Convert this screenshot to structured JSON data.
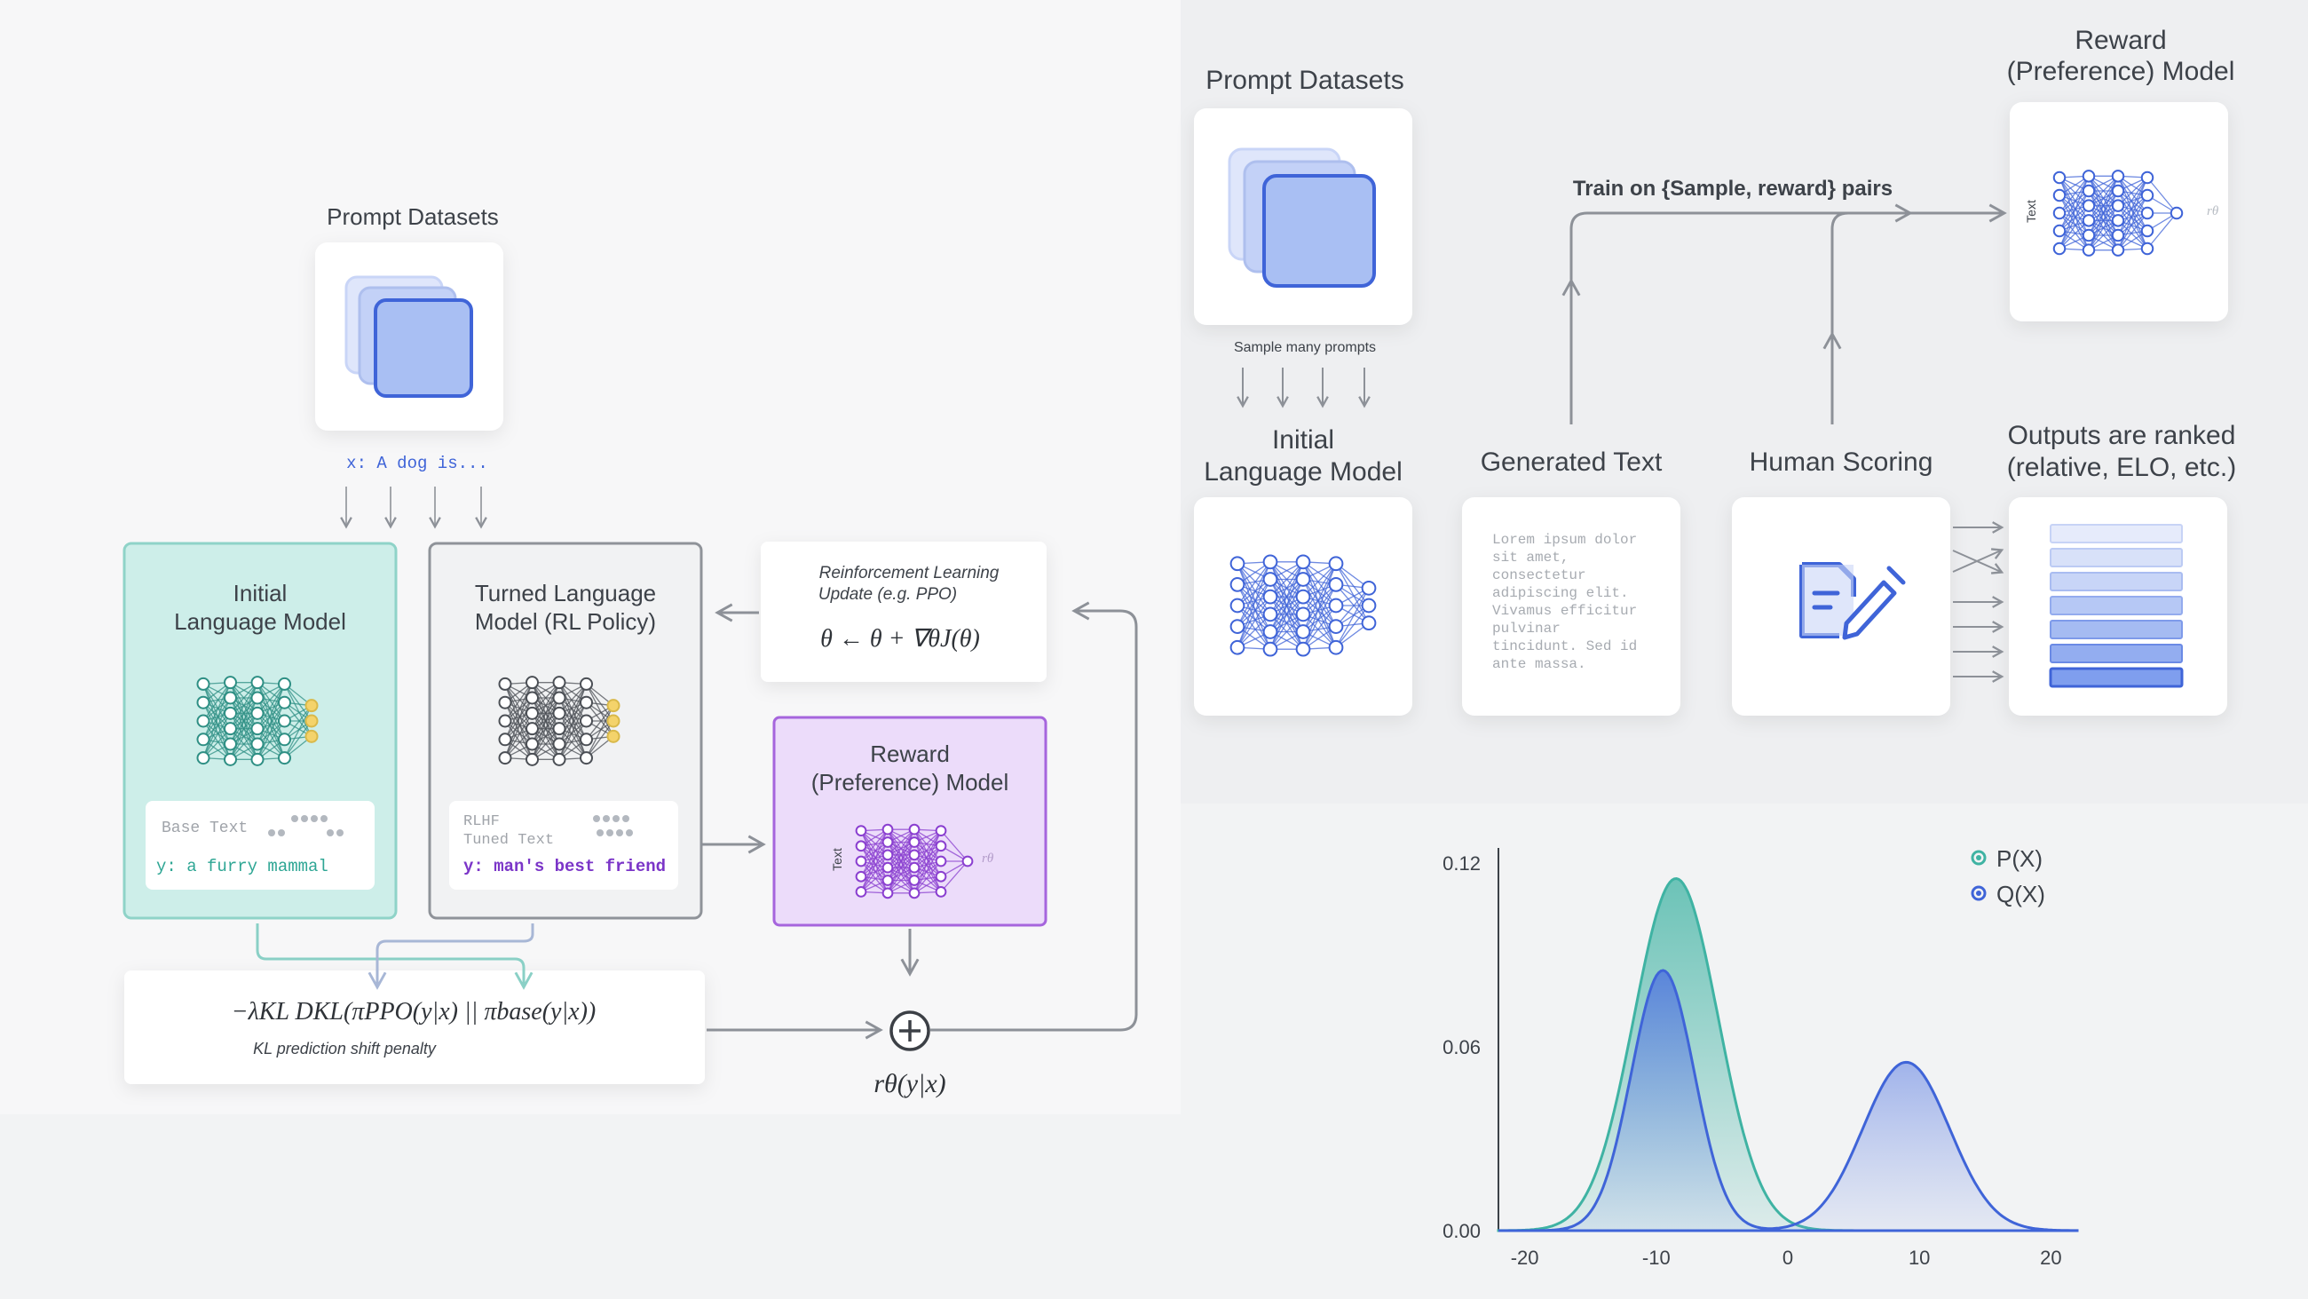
{
  "left": {
    "prompt_title": "Prompt Datasets",
    "prompt_sample": "x: A dog is...",
    "initial_lm": {
      "line1": "Initial",
      "line2": "Language Model",
      "text_label": "Base Text",
      "text_value": "y: a furry mammal"
    },
    "tuned_lm": {
      "line1": "Turned Language",
      "line2": "Model (RL Policy)",
      "text_label1": "RLHF",
      "text_label2": "Tuned Text",
      "text_value": "y: man's best friend"
    },
    "rl_update": {
      "line1": "Reinforcement Learning",
      "line2": "Update (e.g. PPO)",
      "formula": "θ ← θ + ∇θJ(θ)"
    },
    "reward_model": {
      "line1": "Reward",
      "line2": "(Preference) Model",
      "text_tag": "Text",
      "output_tag": "rθ"
    },
    "kl": {
      "formula": "−λKL DKL(πPPO(y|x) || πbase(y|x))",
      "caption": "KL prediction shift penalty"
    },
    "reward_output": "rθ(y|x)"
  },
  "right": {
    "prompt_title": "Prompt Datasets",
    "sample_caption": "Sample many prompts",
    "reward_line1": "Reward",
    "reward_line2": "(Preference) Model",
    "reward_text_tag": "Text",
    "reward_output_tag": "rθ",
    "train_label": "Train on {Sample, reward} pairs",
    "initial_line1": "Initial",
    "initial_line2": "Language Model",
    "generated_title": "Generated Text",
    "generated_body": [
      "Lorem ipsum dolor",
      "sit amet,",
      "consectetur",
      "adipiscing elit.",
      "Vivamus efficitur",
      "pulvinar",
      "tincidunt. Sed id",
      "ante massa."
    ],
    "human_title": "Human Scoring",
    "ranked_line1": "Outputs are ranked",
    "ranked_line2": "(relative, ELO, etc.)"
  },
  "chart_data": {
    "type": "area",
    "yticks": [
      0.0,
      0.06,
      0.12
    ],
    "xticks": [
      -20,
      -10,
      0,
      10,
      20
    ],
    "xlim": [
      -22,
      22
    ],
    "ylim": [
      0,
      0.125
    ],
    "legend_position": "top-right",
    "series": [
      {
        "name": "P(X)",
        "color": "#3fb3a3",
        "components": [
          {
            "mean": -8.5,
            "sd": 3.2,
            "peak": 0.115
          }
        ]
      },
      {
        "name": "Q(X)",
        "color": "#3f64d8",
        "components": [
          {
            "mean": -9.5,
            "sd": 2.4,
            "peak": 0.085
          },
          {
            "mean": 9,
            "sd": 3.3,
            "peak": 0.055
          }
        ]
      }
    ]
  },
  "colors": {
    "teal": "#3fb3a3",
    "blue": "#3f64d8",
    "purple": "#9a55d6",
    "gray_arrow": "#8d9198"
  }
}
